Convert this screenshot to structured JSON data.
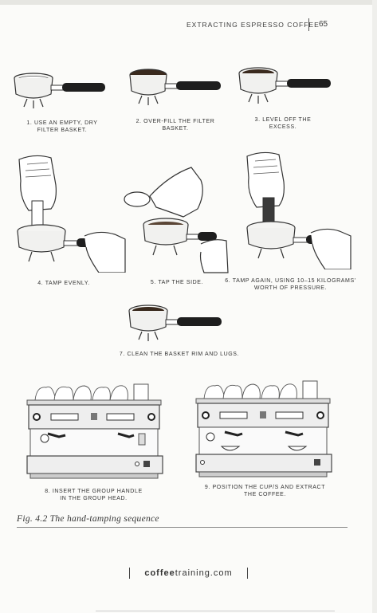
{
  "running_head": {
    "title": "Extracting espresso coffee",
    "page_number": "65"
  },
  "steps": [
    {
      "number": "1.",
      "text": "Use an empty, dry filter basket."
    },
    {
      "number": "2.",
      "text": "Over-fill the filter basket."
    },
    {
      "number": "3.",
      "text": "Level off the excess."
    },
    {
      "number": "4.",
      "text": "Tamp evenly."
    },
    {
      "number": "5.",
      "text": "Tap the side."
    },
    {
      "number": "6.",
      "text": "Tamp again, using 10–15 kilograms' worth of pressure."
    },
    {
      "number": "7.",
      "text": "Clean the basket rim and lugs."
    },
    {
      "number": "8.",
      "text": "Insert the group handle in the group head."
    },
    {
      "number": "9.",
      "text": "Position the cup/s and extract the coffee."
    }
  ],
  "figure_caption": "Fig. 4.2  The hand-tamping sequence",
  "footer": {
    "url_bold": "coffee",
    "url_rest": "training.com"
  },
  "colors": {
    "ink": "#2b2b2b",
    "handle": "#1e1e1e",
    "coffee": "#3a2a1e",
    "paper": "#fbfbf9"
  }
}
